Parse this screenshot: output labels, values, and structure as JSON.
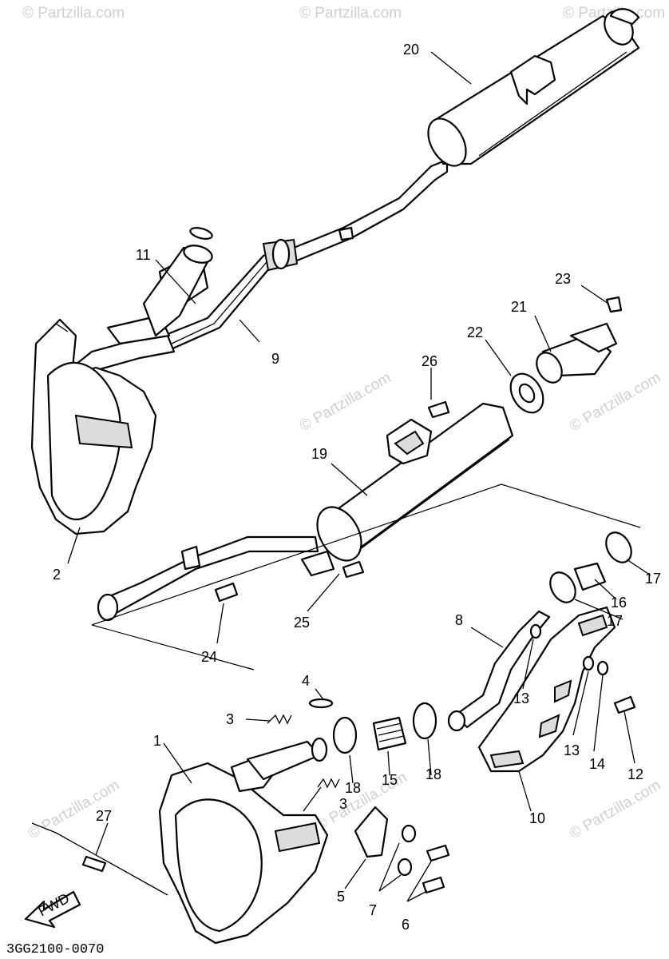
{
  "diagram": {
    "code": "3GG2100-0070",
    "fwd_label": "FWD",
    "watermark": "© Partzilla.com",
    "callouts": {
      "c1": "1",
      "c2": "2",
      "c3a": "3",
      "c3b": "3",
      "c4": "4",
      "c5": "5",
      "c6": "6",
      "c7": "7",
      "c8": "8",
      "c9": "9",
      "c10": "10",
      "c11": "11",
      "c12": "12",
      "c13a": "13",
      "c13b": "13",
      "c14": "14",
      "c15": "15",
      "c16": "16",
      "c17a": "17",
      "c17b": "17",
      "c18a": "18",
      "c18b": "18",
      "c19": "19",
      "c20": "20",
      "c21": "21",
      "c22": "22",
      "c23": "23",
      "c24": "24",
      "c25": "25",
      "c26": "26",
      "c27": "27"
    }
  }
}
